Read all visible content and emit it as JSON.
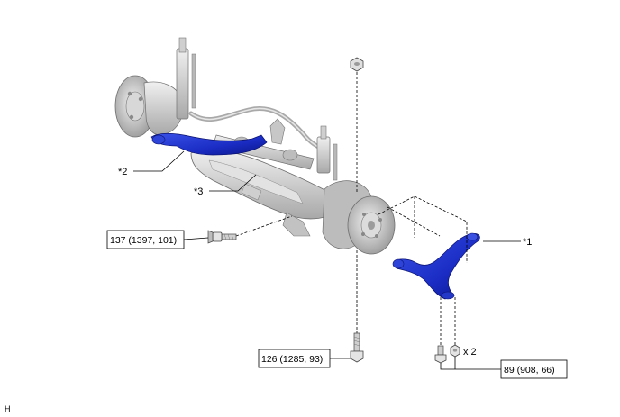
{
  "callouts": {
    "part1": "*1",
    "part2": "*2",
    "part3": "*3"
  },
  "torque": {
    "front_bolt": "137 (1397, 101)",
    "rear_bolt": "126 (1285, 93)",
    "nut_bolt": "89 (908, 66)"
  },
  "quantity": "x 2",
  "figure_code": "H",
  "colors": {
    "highlight_part": "#1428c8",
    "line": "#000000",
    "assembly_gray": "#c8c8c8"
  }
}
